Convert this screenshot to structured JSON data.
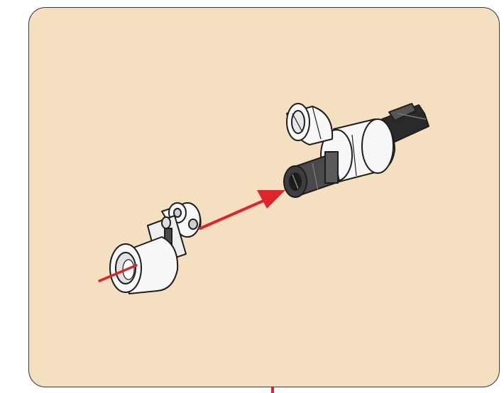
{
  "colors": {
    "panel_fill": "#f4dfc1",
    "panel_border": "#3a3a3a",
    "part_light": "#f7f7f7",
    "part_dark": "#4a4a4a",
    "part_black": "#262626",
    "outline": "#1e1e1e",
    "arrow": "#e0242b"
  },
  "illustration": {
    "subject": "assembly-step",
    "parts": [
      "axle-connector-with-pin",
      "angle-connector-with-axle",
      "pin-connector-dark"
    ],
    "arrows": [
      "insert-arrow",
      "lead-in-arrow"
    ],
    "text": ""
  }
}
